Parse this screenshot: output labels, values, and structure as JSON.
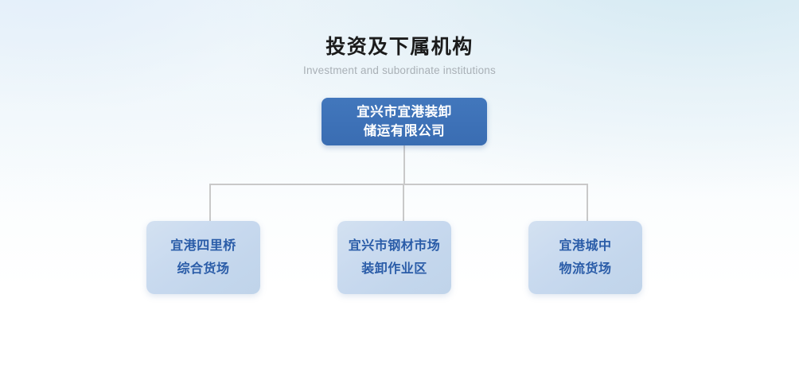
{
  "header": {
    "title": "投资及下属机构",
    "subtitle": "Investment and subordinate institutions"
  },
  "org_chart": {
    "root": {
      "label": "宜兴市宜港装卸\n储运有限公司",
      "line1": "宜兴市宜港装卸",
      "line2": "储运有限公司",
      "bg_color": "#3d71b7",
      "text_color": "#ffffff"
    },
    "children": [
      {
        "line1": "宜港四里桥",
        "line2": "综合货场",
        "bg_color": "#c9daef",
        "text_color": "#2a5ca8"
      },
      {
        "line1": "宜兴市钢材市场",
        "line2": "装卸作业区",
        "bg_color": "#c9daef",
        "text_color": "#2a5ca8"
      },
      {
        "line1": "宜港城中",
        "line2": "物流货场",
        "bg_color": "#c9daef",
        "text_color": "#2a5ca8"
      }
    ],
    "connector_color": "#c9c9c9"
  },
  "background": {
    "top_left_color": "#eff5fa",
    "top_right_color": "#e4eff5",
    "bottom_color": "#ffffff"
  }
}
